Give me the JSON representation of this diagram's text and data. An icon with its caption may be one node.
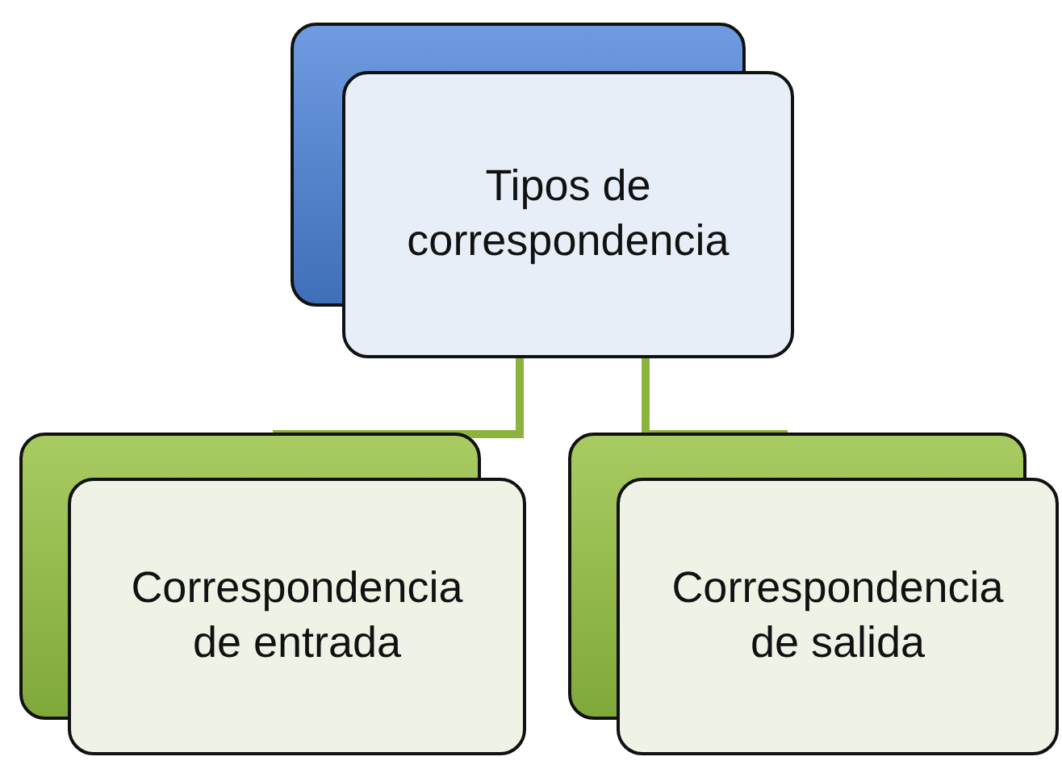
{
  "diagram": {
    "nodes": [
      {
        "text": [
          "Tipos de correspondencia"
        ]
      },
      {
        "text": [
          "Correspondencia de entrada"
        ]
      },
      {
        "text": [
          "Correspondencia de salida"
        ]
      }
    ],
    "edges": [
      {
        "from": 0,
        "to": 1,
        "arrow": "none"
      },
      {
        "from": 0,
        "to": 2,
        "arrow": "none"
      }
    ]
  }
}
